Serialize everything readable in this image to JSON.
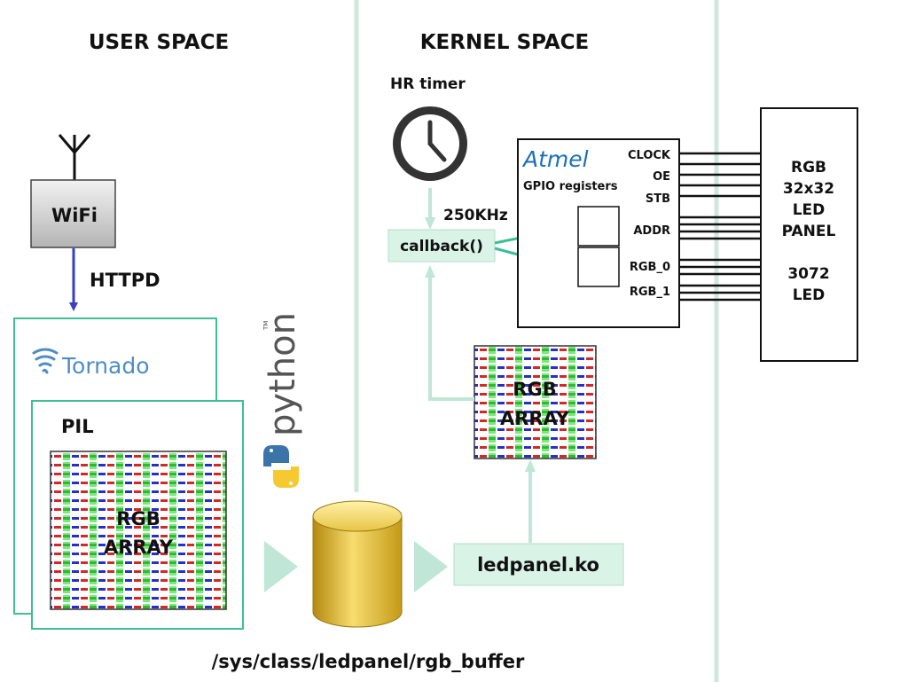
{
  "sections": {
    "user_space": "USER SPACE",
    "kernel_space": "KERNEL SPACE"
  },
  "wifi": {
    "label": "WiFi",
    "httpd_label": "HTTPD",
    "icon": "antenna-icon"
  },
  "tornado": {
    "logo_text": "Tornado",
    "icon": "tornado-logo-icon"
  },
  "pil": {
    "label": "PIL",
    "array_line1": "RGB",
    "array_line2": "ARRAY"
  },
  "python": {
    "logo_text": "python",
    "trademark": "TM",
    "icon": "python-logo-icon"
  },
  "sysfs": {
    "path": "/sys/class/ledpanel/rgb_buffer",
    "icon": "database-cylinder-icon"
  },
  "module": {
    "label": "ledpanel.ko"
  },
  "kernel_array": {
    "line1": "RGB",
    "line2": "ARRAY"
  },
  "timer": {
    "label": "HR timer",
    "frequency": "250KHz",
    "icon": "clock-icon"
  },
  "callback": {
    "label": "callback()"
  },
  "gpio": {
    "logo_text": "Atmel",
    "label": "GPIO registers",
    "signals": {
      "clock": "CLOCK",
      "oe": "OE",
      "stb": "STB",
      "addr": "ADDR",
      "rgb0": "RGB_0",
      "rgb1": "RGB_1"
    }
  },
  "panel": {
    "line1": "RGB",
    "line2": "32x32",
    "line3": "LED",
    "line4": "PANEL",
    "line5": "3072",
    "line6": "LED"
  },
  "colors": {
    "accent_green": "#3dbf96",
    "box_green_fill": "#d9f3e7",
    "divider": "#cfe8de",
    "wifi_arrow": "#3a3fc0",
    "atmel_blue": "#1a6fb7",
    "tornado_blue": "#4f8dc4"
  }
}
